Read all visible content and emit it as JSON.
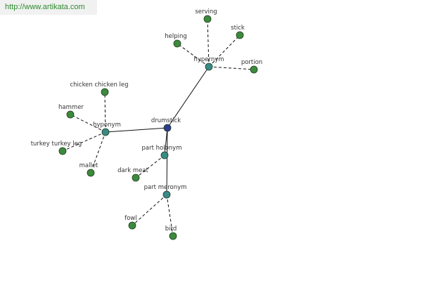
{
  "header": {
    "url": "http://www.artikata.com"
  },
  "graph": {
    "colors": {
      "root": "#2e3c8f",
      "relation": "#3a8a86",
      "leaf": "#3d8a3d",
      "outline": "#1f3d1f"
    },
    "nodes": {
      "drumstick": {
        "label": "drumstick",
        "kind": "root"
      },
      "hypernym": {
        "label": "hypernym",
        "kind": "relation"
      },
      "hyponym": {
        "label": "hyponym",
        "kind": "relation"
      },
      "partholonym": {
        "label": "part holonym",
        "kind": "relation"
      },
      "partmeronym": {
        "label": "part meronym",
        "kind": "relation"
      },
      "serving": {
        "label": "serving",
        "kind": "leaf"
      },
      "helping": {
        "label": "helping",
        "kind": "leaf"
      },
      "stick": {
        "label": "stick",
        "kind": "leaf"
      },
      "portion": {
        "label": "portion",
        "kind": "leaf"
      },
      "chickenleg": {
        "label": "chicken chicken leg",
        "kind": "leaf"
      },
      "hammer": {
        "label": "hammer",
        "kind": "leaf"
      },
      "turkeyleg": {
        "label": "turkey turkey leg",
        "kind": "leaf"
      },
      "mallet": {
        "label": "mallet",
        "kind": "leaf"
      },
      "darkmeat": {
        "label": "dark meat",
        "kind": "leaf"
      },
      "fowl": {
        "label": "fowl",
        "kind": "leaf"
      },
      "bird": {
        "label": "bird",
        "kind": "leaf"
      }
    },
    "edges": [
      {
        "from": "drumstick",
        "to": "hypernym",
        "style": "solid"
      },
      {
        "from": "drumstick",
        "to": "hyponym",
        "style": "solid"
      },
      {
        "from": "drumstick",
        "to": "partholonym",
        "style": "solid"
      },
      {
        "from": "drumstick",
        "to": "partmeronym",
        "style": "solid"
      },
      {
        "from": "hypernym",
        "to": "serving",
        "style": "dashed"
      },
      {
        "from": "hypernym",
        "to": "helping",
        "style": "dashed"
      },
      {
        "from": "hypernym",
        "to": "stick",
        "style": "dashed"
      },
      {
        "from": "hypernym",
        "to": "portion",
        "style": "dashed"
      },
      {
        "from": "hyponym",
        "to": "chickenleg",
        "style": "dashed"
      },
      {
        "from": "hyponym",
        "to": "hammer",
        "style": "dashed"
      },
      {
        "from": "hyponym",
        "to": "turkeyleg",
        "style": "dashed"
      },
      {
        "from": "hyponym",
        "to": "mallet",
        "style": "dashed"
      },
      {
        "from": "partholonym",
        "to": "darkmeat",
        "style": "dashed"
      },
      {
        "from": "partmeronym",
        "to": "fowl",
        "style": "dashed"
      },
      {
        "from": "partmeronym",
        "to": "bird",
        "style": "dashed"
      }
    ]
  }
}
